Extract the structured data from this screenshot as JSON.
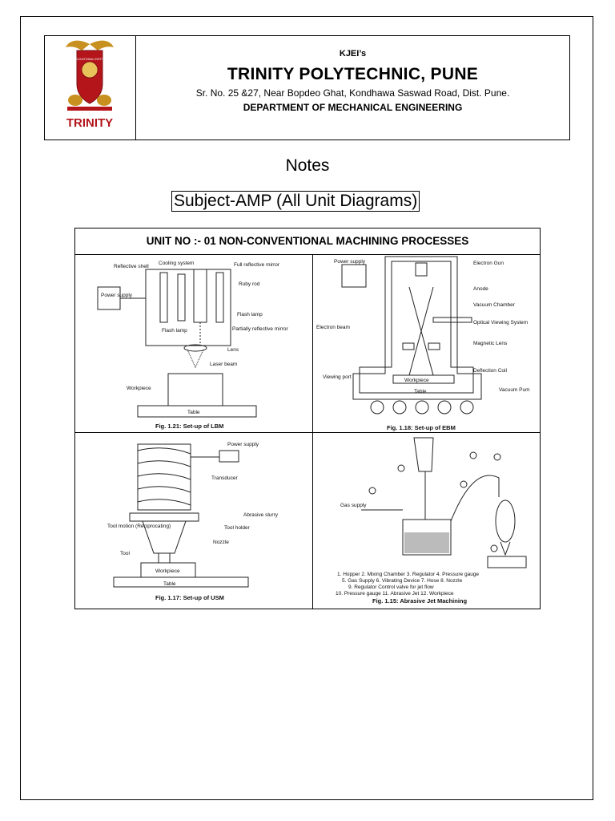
{
  "header": {
    "logo_text": "TRINITY",
    "logo_badge": "KJ'S EDUCATIONAL INSTITUTE'S",
    "kjei": "KJEI’s",
    "institute": "TRINITY POLYTECHNIC, PUNE",
    "address": "Sr. No. 25 &27, Near Bopdeo Ghat, Kondhawa Saswad Road, Dist. Pune.",
    "department": "DEPARTMENT OF MECHANICAL ENGINEERING"
  },
  "notes_title": "Notes",
  "subject": "Subject-AMP (All Unit Diagrams)",
  "unit": {
    "title": "UNIT NO :- 01 NON-CONVENTIONAL MACHINING PROCESSES",
    "figures": {
      "lbm": {
        "caption": "Fig. 1.21: Set-up of LBM",
        "labels": {
          "reflective_shell": "Reflective shell",
          "cooling_system": "Cooling system",
          "full_mirror": "Full reflective mirror",
          "ruby_rod": "Ruby rod",
          "power_supply": "Power supply",
          "flash_lamp": "Flash lamp",
          "flash_lamp_2": "Flash lamp",
          "partial_mirror": "Partially reflective mirror",
          "lens": "Lens",
          "laser_beam": "Laser beam",
          "workpiece": "Workpiece",
          "table": "Table"
        }
      },
      "ebm": {
        "caption": "Fig. 1.18: Set-up of EBM",
        "labels": {
          "power_supply": "Power supply",
          "electron_gun": "Electron Gun",
          "anode": "Anode",
          "vacuum_chamber": "Vacuum Chamber",
          "optical_viewing": "Optical Viewing System",
          "electron_beam": "Electron beam",
          "magnetic_lens": "Magnetic Lens",
          "deflection_coil": "Deflection Coil",
          "viewing_port": "Viewing port",
          "workpiece": "Workpiece",
          "table": "Table",
          "vacuum_pump": "Vacuum Pum"
        }
      },
      "usm": {
        "caption": "Fig. 1.17: Set-up of USM",
        "labels": {
          "power_supply": "Power supply",
          "transducer": "Transducer",
          "abrasive_slurry": "Abrasive slurry",
          "tool_motion": "Tool motion (Reciprocating)",
          "tool_holder": "Tool holder",
          "tool": "Tool",
          "nozzle": "Nozzle",
          "workpiece": "Workpiece",
          "table": "Table"
        }
      },
      "ajm": {
        "caption": "Fig. 1.15: Abrasive Jet Machining",
        "legend": [
          "1. Hopper 2. Mixing Chamber 3. Regulator 4. Pressure gauge",
          "5. Gas Supply 6. Vibrating Device 7. Hose 8. Nozzle",
          "9. Regulator Control valve for jet flow",
          "10. Pressure gauge 11. Abrasive Jet 12. Workpiece"
        ],
        "gas_supply": "Gas supply"
      }
    }
  },
  "colors": {
    "logo_red": "#b3151b",
    "logo_gold": "#c8901e"
  }
}
